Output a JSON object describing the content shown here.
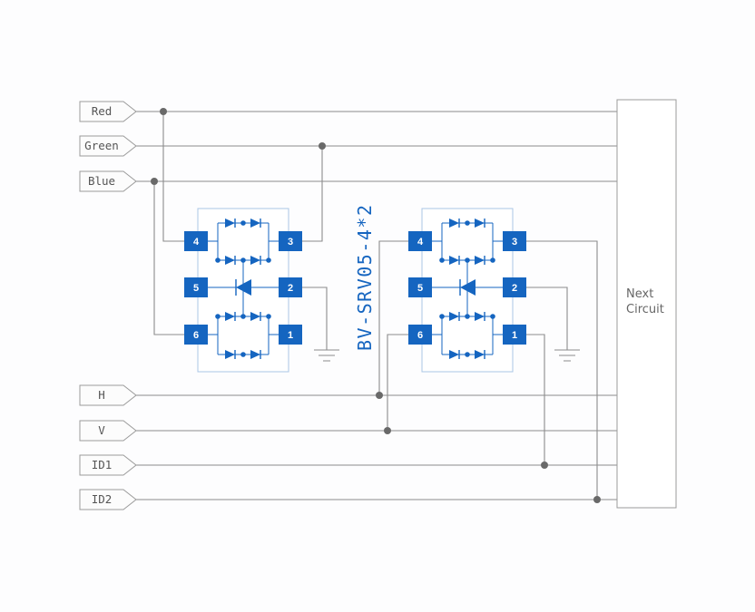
{
  "diagram": {
    "part_label": "BV-SRV05-4*2",
    "signals": [
      {
        "id": "red",
        "label": "Red"
      },
      {
        "id": "green",
        "label": "Green"
      },
      {
        "id": "blue",
        "label": "Blue"
      },
      {
        "id": "h",
        "label": "H"
      },
      {
        "id": "v",
        "label": "V"
      },
      {
        "id": "id1",
        "label": "ID1"
      },
      {
        "id": "id2",
        "label": "ID2"
      }
    ],
    "ics": [
      {
        "id": "ic1",
        "pins_left": [
          "4",
          "5",
          "6"
        ],
        "pins_right": [
          "3",
          "2",
          "1"
        ]
      },
      {
        "id": "ic2",
        "pins_left": [
          "4",
          "5",
          "6"
        ],
        "pins_right": [
          "3",
          "2",
          "1"
        ]
      }
    ],
    "next_circuit": {
      "line1": "Next",
      "line2": "Circuit"
    },
    "colors": {
      "component_blue": "#1565c0",
      "wire_gray": "#8c8c8c",
      "junction_gray": "#696969",
      "ic_border_blue": "#aac6e6",
      "tag_border_gray": "#9b9b9b",
      "tag_text_gray": "#555555",
      "next_circuit_text_gray": "#666666"
    }
  }
}
